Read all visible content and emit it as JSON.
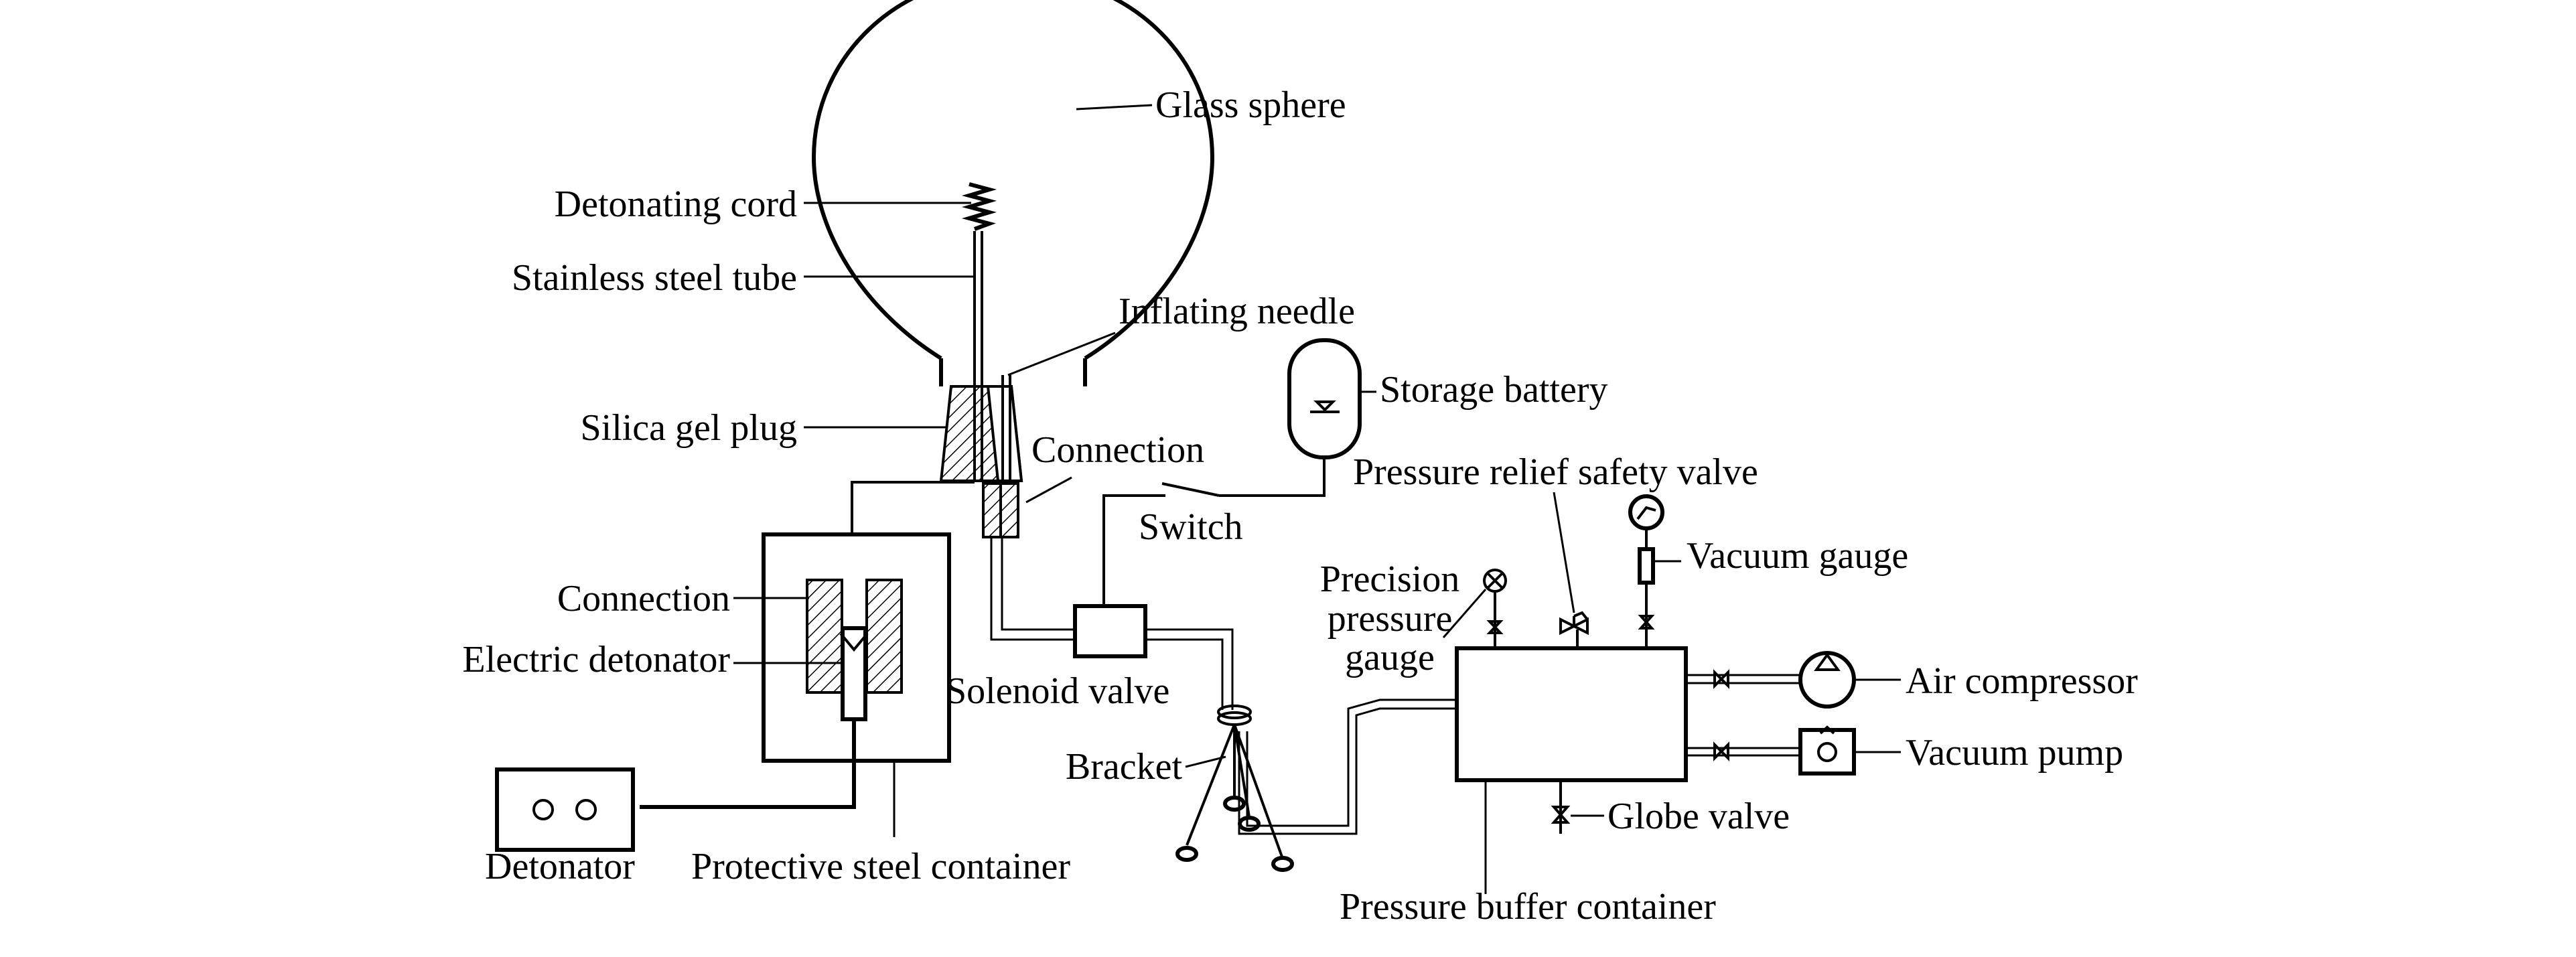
{
  "labels": {
    "glass_sphere": "Glass sphere",
    "detonating_cord": "Detonating cord",
    "stainless_steel_tube": "Stainless steel tube",
    "inflating_needle": "Inflating needle",
    "silica_gel_plug": "Silica gel plug",
    "connection_top": "Connection",
    "storage_battery": "Storage battery",
    "pressure_relief_safety_valve": "Pressure relief safety valve",
    "switch": "Switch",
    "connection_left": "Connection",
    "electric_detonator": "Electric detonator",
    "precision_pressure_gauge": [
      "Precision",
      "pressure",
      "gauge"
    ],
    "vacuum_gauge": "Vacuum gauge",
    "solenoid_valve": "Solenoid valve",
    "air_compressor": "Air compressor",
    "bracket": "Bracket",
    "vacuum_pump": "Vacuum pump",
    "globe_valve": "Globe valve",
    "detonator": "Detonator",
    "protective_steel_container": "Protective steel container",
    "pressure_buffer_container": "Pressure buffer container"
  }
}
